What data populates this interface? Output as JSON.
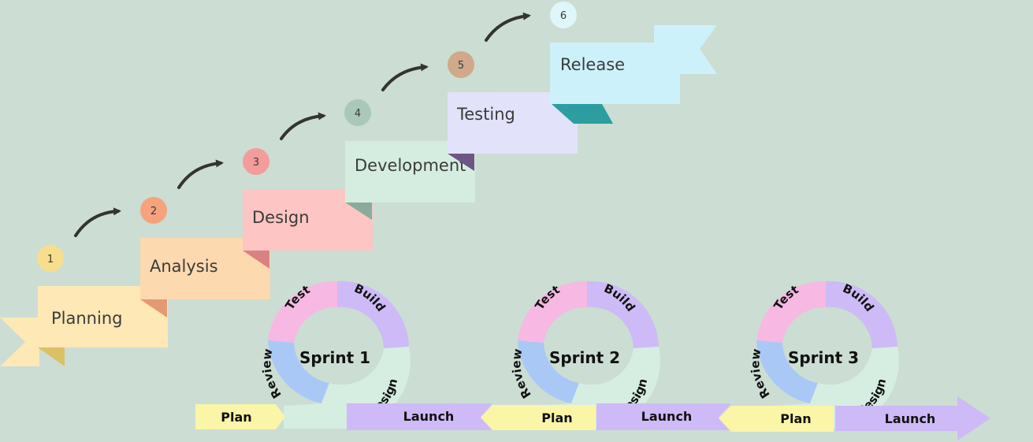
{
  "waterfall": {
    "steps": [
      {
        "number": "1",
        "label": "Planning",
        "color": "#fde8b6",
        "fold": "#dcc064",
        "badge": "#f6de8c"
      },
      {
        "number": "2",
        "label": "Analysis",
        "color": "#fdd9b0",
        "fold": "#e39a72",
        "badge": "#f5a27d"
      },
      {
        "number": "3",
        "label": "Design",
        "color": "#fdc5c3",
        "fold": "#da8181",
        "badge": "#f49b9b"
      },
      {
        "number": "4",
        "label": "Development",
        "color": "#d5ede0",
        "fold": "#8aab9b",
        "badge": "#a9c8b9"
      },
      {
        "number": "5",
        "label": "Testing",
        "color": "#e2e2fa",
        "fold": "#6e5585",
        "badge": "#cfa98a"
      },
      {
        "number": "6",
        "label": "Release",
        "color": "#cdf1fb",
        "fold": "#2c9ea0",
        "badge": "#dff7fb"
      }
    ]
  },
  "agile": {
    "sprints": [
      {
        "title": "Sprint 1"
      },
      {
        "title": "Sprint 2"
      },
      {
        "title": "Sprint 3"
      }
    ],
    "cycle_labels": {
      "test": "Test",
      "build": "Build",
      "review": "Review",
      "design": "Design"
    },
    "plan_label": "Plan",
    "launch_label": "Launch",
    "colors": {
      "test": "#f7b8e3",
      "build": "#cdbaf6",
      "review": "#aac8f6",
      "design": "#d6ede2",
      "plan": "#fbf5a8",
      "launch": "#cdbaf6"
    }
  }
}
